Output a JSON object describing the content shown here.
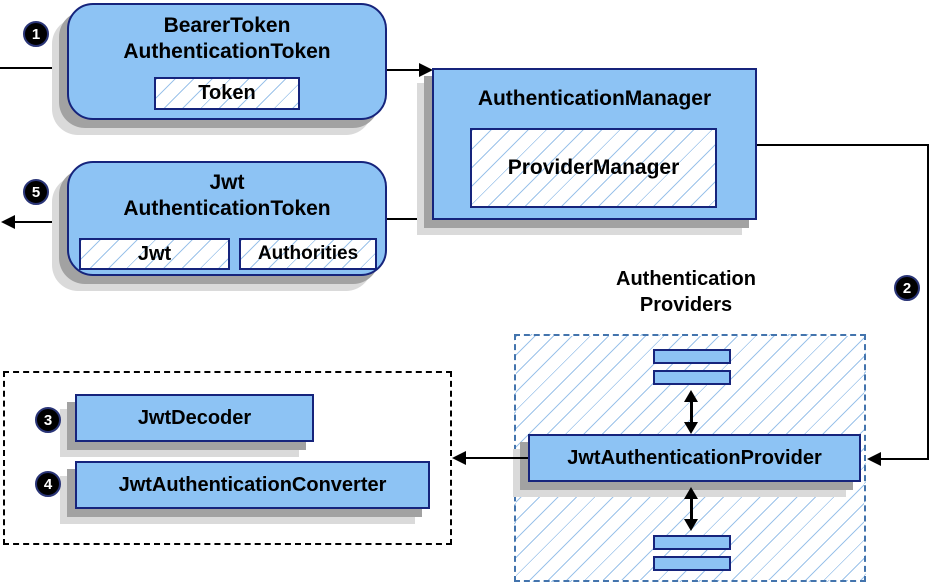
{
  "colors": {
    "fill-blue": "#8dc3f4",
    "border-navy": "#16247c",
    "hatch-blue": "#9cc3ea",
    "dash-blue": "#4374ad",
    "line-black": "#000000",
    "shadow-dark": "#a2a2a2",
    "shadow-light": "#dadada",
    "badge-bg": "#000000",
    "badge-ring": "#2a3577",
    "badge-text": "#ffffff"
  },
  "nodes": {
    "bearer": {
      "line1": "BearerToken",
      "line2": "AuthenticationToken",
      "chip": "Token"
    },
    "manager": {
      "title": "AuthenticationManager",
      "chip": "ProviderManager"
    },
    "jwt": {
      "line1": "Jwt",
      "line2": "AuthenticationToken",
      "chip_jwt": "Jwt",
      "chip_authorities": "Authorities"
    },
    "providers": {
      "line1": "Authentication",
      "line2": "Providers",
      "provider": "JwtAuthenticationProvider"
    },
    "decoder_group": {
      "decoder": "JwtDecoder",
      "converter": "JwtAuthenticationConverter"
    }
  },
  "steps": {
    "s1": "1",
    "s2": "2",
    "s3": "3",
    "s4": "4",
    "s5": "5"
  }
}
